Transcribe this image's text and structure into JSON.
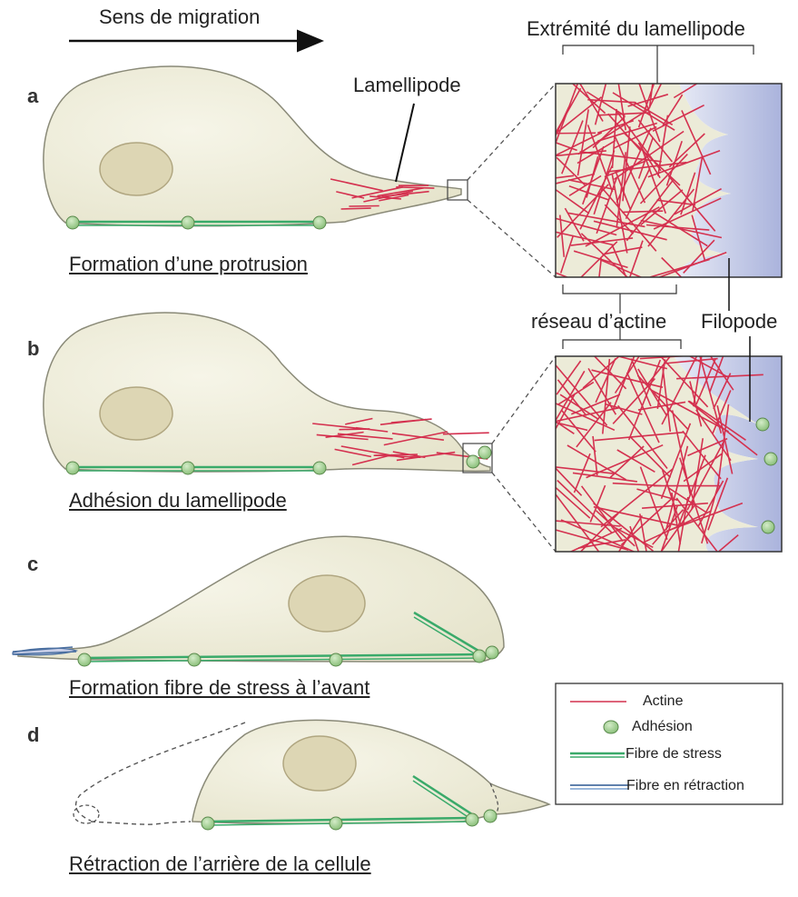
{
  "header": {
    "migration_label": "Sens de migration",
    "lamellipod_tip_label": "Extrémité du lamellipode",
    "lamellipod_label": "Lamellipode",
    "actin_network_label": "réseau d’actine",
    "filopod_label": "Filopode"
  },
  "panels": [
    {
      "letter": "a",
      "caption": "Formation d’une protrusion"
    },
    {
      "letter": "b",
      "caption": "Adhésion du lamellipode"
    },
    {
      "letter": "c",
      "caption": "Formation fibre de stress à l’avant"
    },
    {
      "letter": "d",
      "caption": "Rétraction de l’arrière de la cellule"
    }
  ],
  "legend": {
    "items": [
      {
        "label": "Actine",
        "icon": "actin-line-icon",
        "color": "#d4314f"
      },
      {
        "label": "Adhésion",
        "icon": "adhesion-dot-icon",
        "color": "#a8d49a"
      },
      {
        "label": "Fibre de stress",
        "icon": "stress-fiber-icon",
        "color": "#3aaa6a"
      },
      {
        "label": "Fibre en rétraction",
        "icon": "retraction-fiber-icon",
        "color": "#4a6fa0"
      }
    ]
  },
  "colors": {
    "cell_fill": "#ecebd8",
    "cell_stroke": "#8a8a78",
    "nucleus_fill": "#ddd6b4",
    "actin": "#d4314f",
    "stress_fiber": "#3aaa6a",
    "adhesion": "#a8d49a",
    "membrane_blue": "#c9cfe8"
  }
}
